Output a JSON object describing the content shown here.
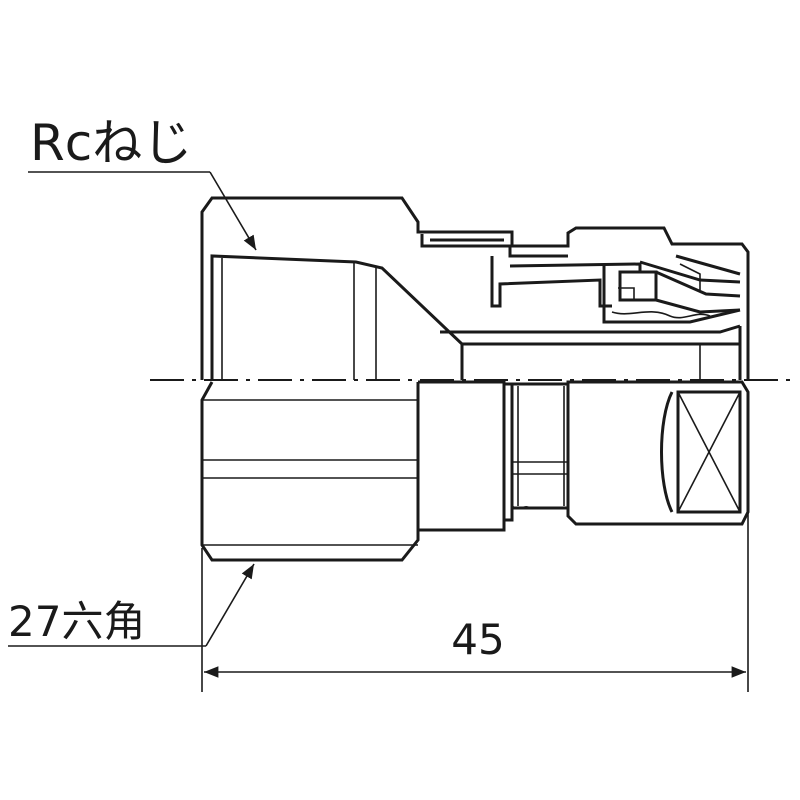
{
  "labels": {
    "thread": "Rcねじ",
    "hex": "27六角",
    "length": "45"
  }
}
